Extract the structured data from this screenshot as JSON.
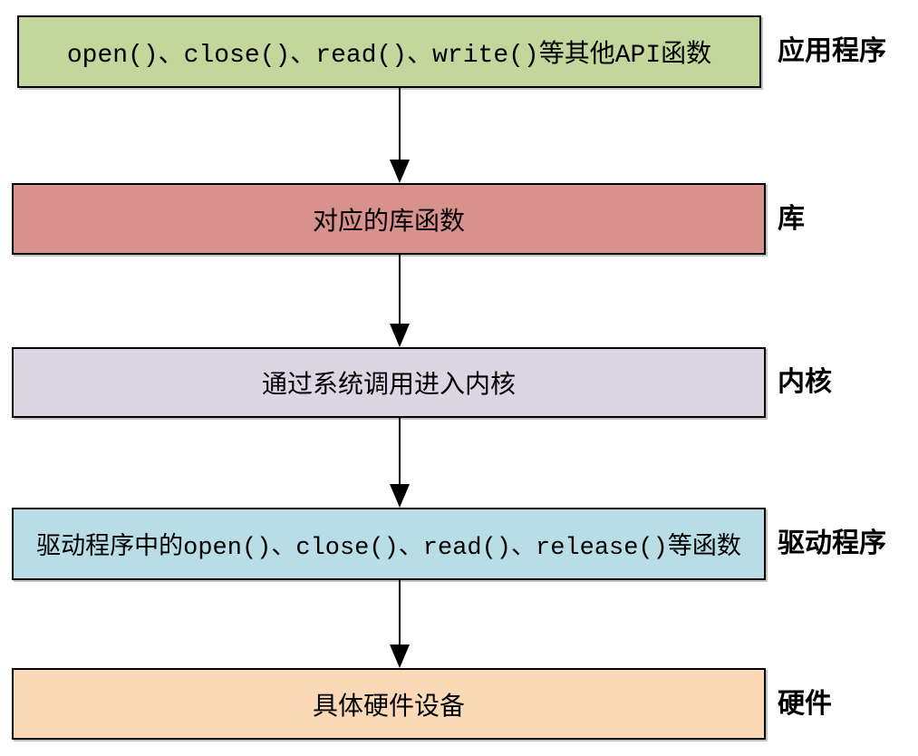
{
  "diagram": {
    "type": "layered-flowchart",
    "flow_direction": "top-down",
    "arrow_count": 4,
    "layers": [
      {
        "id": "application",
        "box_text": "open()、close()、read()、write()等其他API函数",
        "side_label": "应用程序",
        "box_color": "#c3d69b"
      },
      {
        "id": "library",
        "box_text": "对应的库函数",
        "side_label": "库",
        "box_color": "#d9918e"
      },
      {
        "id": "kernel",
        "box_text": "通过系统调用进入内核",
        "side_label": "内核",
        "box_color": "#dcd6e4"
      },
      {
        "id": "driver",
        "box_text": "驱动程序中的open()、close()、read()、release()等函数",
        "side_label": "驱动程序",
        "box_color": "#b9dde7"
      },
      {
        "id": "hardware",
        "box_text": "具体硬件设备",
        "side_label": "硬件",
        "box_color": "#fbd9b7"
      }
    ],
    "colors": {
      "background": "#ffffff",
      "border": "#000000",
      "arrow": "#000000",
      "text": "#000000"
    }
  }
}
